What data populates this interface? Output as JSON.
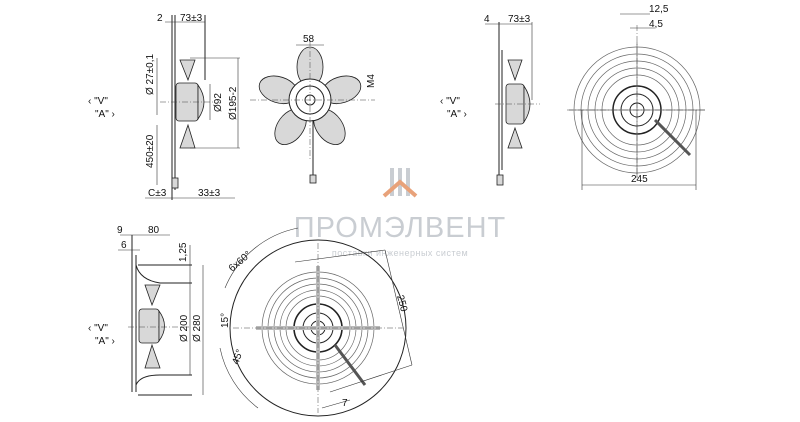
{
  "watermark": {
    "brand": "ПРОМЭЛВЕНТ",
    "tagline": "поставки инженерных систем",
    "accent": "#e8a27a"
  },
  "view_labels": {
    "v": "‹ \"V\"",
    "a": "\"A\" ›"
  },
  "view1": {
    "d2": "2",
    "d73": "73±3",
    "d27": "Ø 27±0,1",
    "d92": "Ø92",
    "d195": "Ø195-2",
    "d450": "450±20",
    "dc": "C±3",
    "d33": "33±3"
  },
  "view2": {
    "d58": "58",
    "m4": "M4"
  },
  "view3": {
    "d4": "4",
    "d73": "73±3"
  },
  "view4": {
    "d12": "12,5",
    "d4": "4,5",
    "d245": "245"
  },
  "view5": {
    "d9": "9",
    "d80": "80",
    "d6": "6",
    "d125": "1,25",
    "d200": "Ø 200",
    "d280": "Ø 280"
  },
  "view6": {
    "a60": "6x60°",
    "a15": "15°",
    "a45": "45°",
    "d250": "250",
    "d7": "7"
  }
}
